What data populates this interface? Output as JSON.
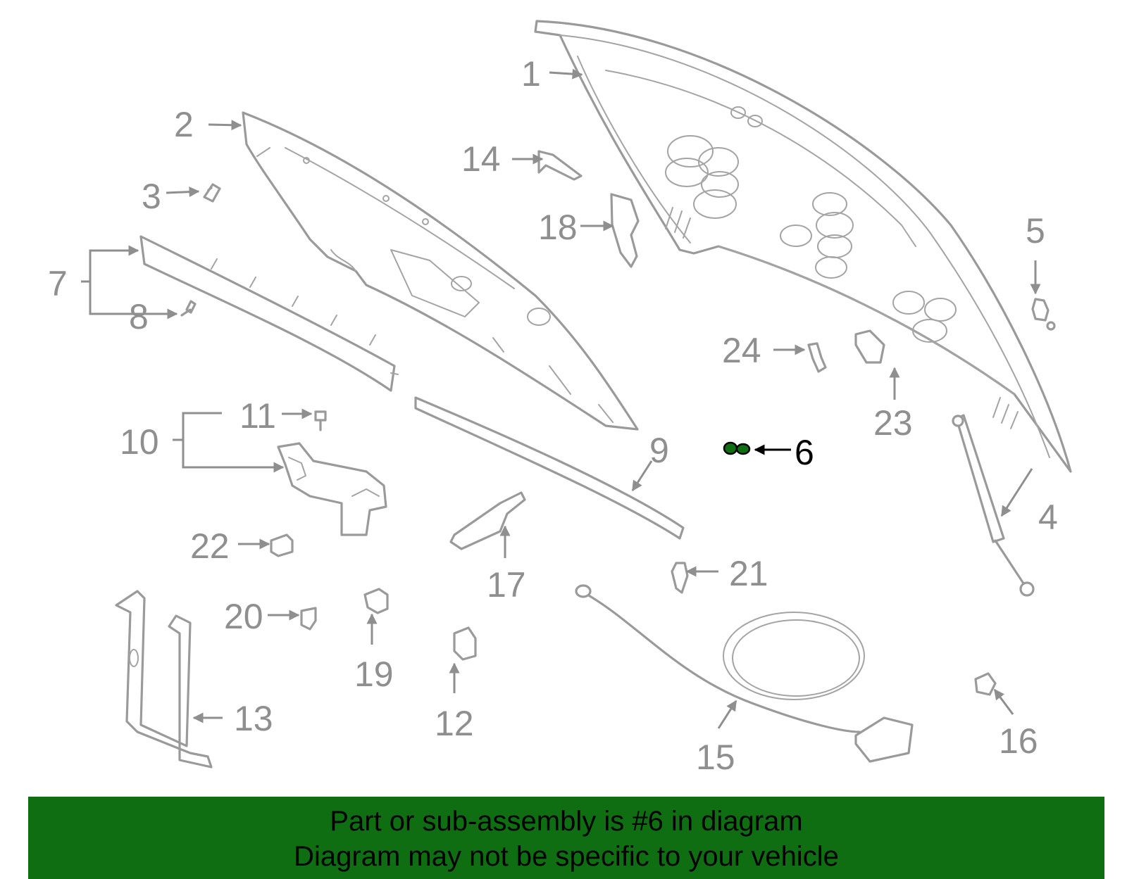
{
  "diagram": {
    "highlight_color": "#0f6e12",
    "callouts": [
      "1",
      "2",
      "3",
      "4",
      "5",
      "6",
      "7",
      "8",
      "9",
      "10",
      "11",
      "12",
      "13",
      "14",
      "15",
      "16",
      "17",
      "18",
      "19",
      "20",
      "21",
      "22",
      "23",
      "24"
    ],
    "highlighted_callout": "6"
  },
  "banner": {
    "line1": "Part or sub-assembly is #6 in diagram",
    "line2": "Diagram may not be specific to your vehicle"
  }
}
